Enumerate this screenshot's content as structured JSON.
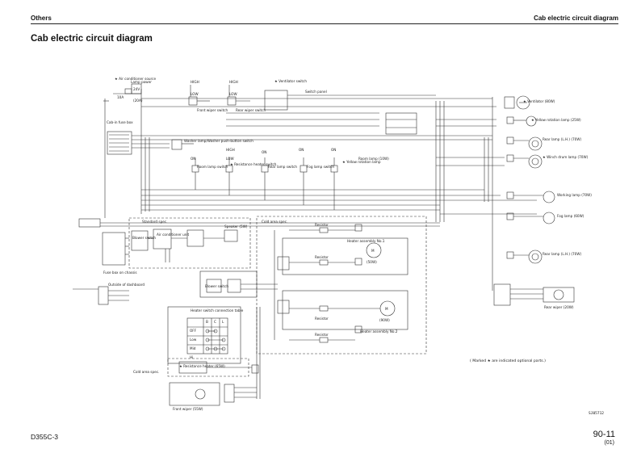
{
  "header": {
    "section": "Others",
    "topic": "Cab electric circuit diagram"
  },
  "title": "Cab electric circuit diagram",
  "footer": {
    "model": "D355C-3",
    "page": "90-11",
    "revision": "(01)",
    "drawing_no": "SJ05712"
  },
  "note": "( Marked ★ are indicated optional parts.)",
  "labels": {
    "air_cond_source": "★ Air conditioner source",
    "lamp_power": "Lamp power",
    "c24v": "24V",
    "fuse_20a": "(20A)",
    "fuse_10a": "10A",
    "cab_fuse_box": "Cab-in fuse box",
    "high1": "HIGH",
    "high2": "HIGH",
    "low1": "LOW",
    "low2": "LOW",
    "front_wiper_sw": "Front wiper switch",
    "rear_wiper_sw": "Rear wiper switch",
    "ventilator_sw": "★ Ventilator switch",
    "switch_panel": "Switch panel",
    "ventilator": "★ Ventilator (80W)",
    "yellow_rotation": "★ Yellow rotation lamp (25W)",
    "rear_lamp": "Rear lamp (L.H.) (70W)",
    "winch_drum": "★ Winch drum lamp (70W)",
    "working_lamp": "Working lamp (70W)",
    "fog_lamp": "Fog lamp (60W)",
    "rear_lamp_rh": "Rear lamp (L.H.) (70W)",
    "rear_wiper_motor": "Rear wiper (20W)",
    "washer_sw": "Washer lamp/Washer push-button switch",
    "high3": "HIGH",
    "on1": "ON",
    "on2": "ON",
    "on3": "ON",
    "low3": "LOW",
    "on4": "ON",
    "room_lamp_sw": "Room lamp switch",
    "resistance_sw": "★ Resistance heater switch",
    "rear_lamp_sw": "Rear lamp switch",
    "fog_lamp_sw": "Fog lamp switch",
    "yellow_rot_sw": "★ Yellow rotation lamp",
    "room_lamp": "Room lamp (10W)",
    "standard_spec": "Standard spec.",
    "air_cond_unit": "Air conditioner unit",
    "blower_switch": "Blower switch",
    "speaker": "Speaker (5W)",
    "fuse_box_chassis": "Fuse box on chassis",
    "outside_dashboard": "Outside of dashboard",
    "cold_area_spec": "Cold area spec.",
    "resistor": "Resistor",
    "heater_assy_1": "Heater assembly No.1",
    "heater_assy_2": "Heater assembly No.2",
    "motor_50w": "(50W)",
    "motor_90w": "(90W)",
    "m": "M",
    "blower_sw2": "Blower switch",
    "heater_conn_table": "Heater switch connection table",
    "cold_area_spec2": "Cold area spec.",
    "resistance_heater": "★ Resistance heater (65W)",
    "front_wiper_motor": "Front wiper (55W)"
  },
  "table": {
    "headers": [
      "",
      "B",
      "C",
      "L"
    ],
    "rows": [
      "OFF",
      "Low",
      "Mid",
      "Hi"
    ]
  }
}
